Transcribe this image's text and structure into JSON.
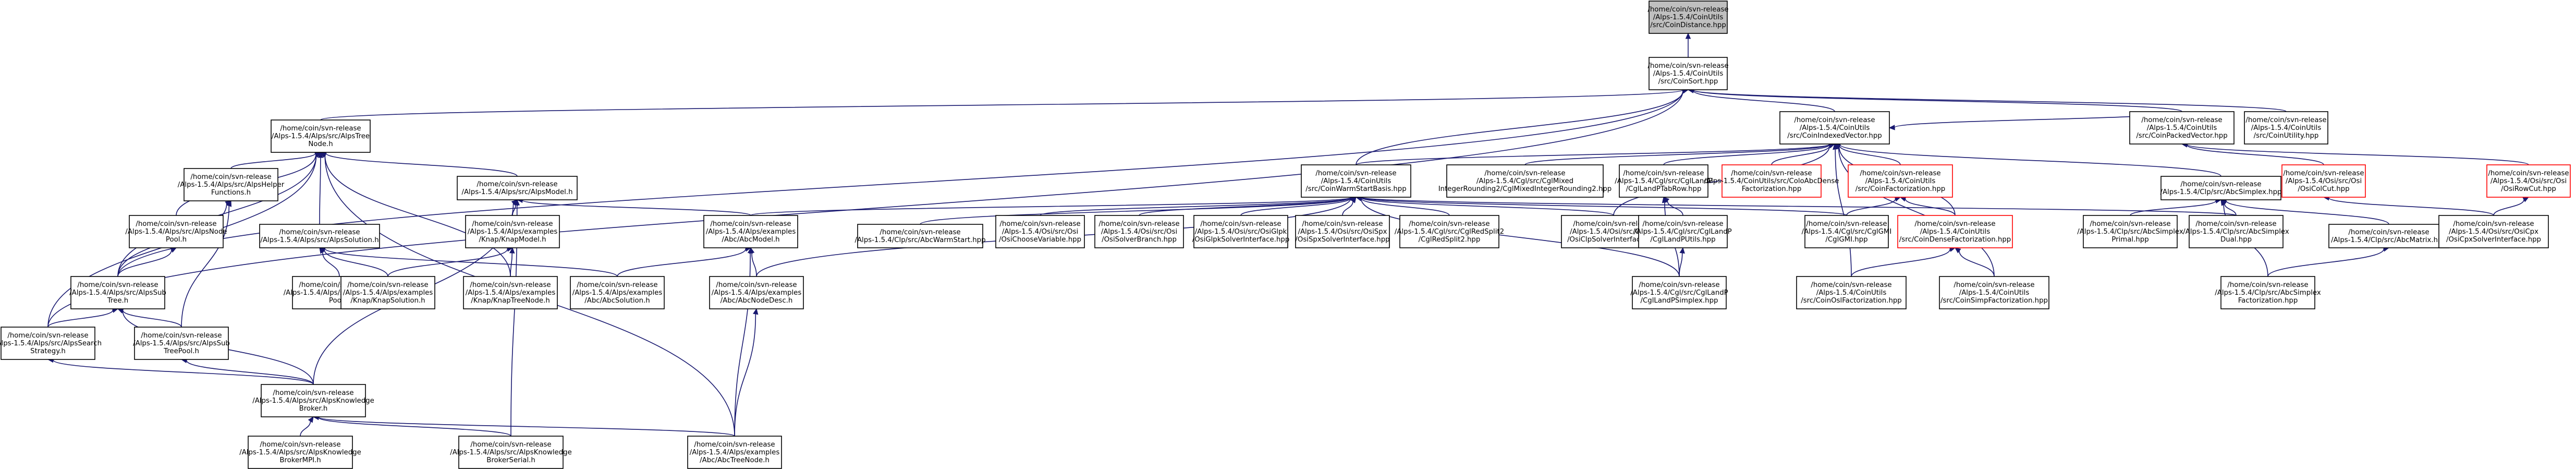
{
  "colors": {
    "edge": "#191970",
    "border": "#000000",
    "highlight_border": "#ff0000",
    "root_fill": "#bfbfbf"
  },
  "nodes": [
    {
      "id": "n_root",
      "lines": [
        "/home/coin/svn-release",
        "/Alps-1.5.4/CoinUtils",
        "/src/CoinDistance.hpp"
      ]
    },
    {
      "id": "n_coinsort",
      "lines": [
        "/home/coin/svn-release",
        "/Alps-1.5.4/CoinUtils",
        "/src/CoinSort.hpp"
      ]
    },
    {
      "id": "n_alpstreenode",
      "lines": [
        "/home/coin/svn-release",
        "/Alps-1.5.4/Alps/src/AlpsTree",
        "Node.h"
      ]
    },
    {
      "id": "n_indexedvector",
      "lines": [
        "/home/coin/svn-release",
        "/Alps-1.5.4/CoinUtils",
        "/src/CoinIndexedVector.hpp"
      ]
    },
    {
      "id": "n_packedvector",
      "lines": [
        "/home/coin/svn-release",
        "/Alps-1.5.4/CoinUtils",
        "/src/CoinPackedVector.hpp"
      ]
    },
    {
      "id": "n_coinutility",
      "lines": [
        "/home/coin/svn-release",
        "/Alps-1.5.4/CoinUtils",
        "/src/CoinUtility.hpp"
      ]
    },
    {
      "id": "n_alpshelper",
      "lines": [
        "/home/coin/svn-release",
        "/Alps-1.5.4/Alps/src/AlpsHelper",
        "Functions.h"
      ]
    },
    {
      "id": "n_alpsmodel",
      "lines": [
        "/home/coin/svn-release",
        "/Alps-1.5.4/Alps/src/AlpsModel.h"
      ]
    },
    {
      "id": "n_warmstartbasis",
      "lines": [
        "/home/coin/svn-release",
        "/Alps-1.5.4/CoinUtils",
        "/src/CoinWarmStartBasis.hpp"
      ]
    },
    {
      "id": "n_cgmixed",
      "lines": [
        "/home/coin/svn-release",
        "/Alps-1.5.4/Cgl/src/CglMixed",
        "IntegerRounding2/CglMixedIntegerRounding2.hpp"
      ]
    },
    {
      "id": "n_cglandptab",
      "lines": [
        "/home/coin/svn-release",
        "/Alps-1.5.4/Cgl/src/CglLandP",
        "/CglLandPTabRow.hpp"
      ]
    },
    {
      "id": "n_coloabcdense",
      "lines": [
        "/home/coin/svn-release",
        "/Alps-1.5.4/CoinUtils/src/ColoAbcDense",
        "Factorization.hpp"
      ]
    },
    {
      "id": "n_coinfactorization",
      "lines": [
        "/home/coin/svn-release",
        "/Alps-1.5.4/CoinUtils",
        "/src/CoinFactorization.hpp"
      ]
    },
    {
      "id": "n_clpsimplex",
      "lines": [
        "/home/coin/svn-release",
        "/Alps-1.5.4/Clp/src/AbcSimplex.hpp"
      ]
    },
    {
      "id": "n_osicolcut",
      "lines": [
        "/home/coin/svn-release",
        "/Alps-1.5.4/Osi/src/Osi",
        "/OsiColCut.hpp"
      ]
    },
    {
      "id": "n_osirowcut",
      "lines": [
        "/home/coin/svn-release",
        "/Alps-1.5.4/Osi/src/Osi",
        "/OsiRowCut.hpp"
      ]
    },
    {
      "id": "n_alpsnodepool",
      "lines": [
        "/home/coin/svn-release",
        "/Alps-1.5.4/Alps/src/AlpsNode",
        "Pool.h"
      ]
    },
    {
      "id": "n_alpssolution",
      "lines": [
        "/home/coin/svn-release",
        "/Alps-1.5.4/Alps/src/AlpsSolution.h"
      ]
    },
    {
      "id": "n_knapmodel",
      "lines": [
        "/home/coin/svn-release",
        "/Alps-1.5.4/Alps/examples",
        "/Knap/KnapModel.h"
      ]
    },
    {
      "id": "n_abcmodel",
      "lines": [
        "/home/coin/svn-release",
        "/Alps-1.5.4/Alps/examples",
        "/Abc/AbcModel.h"
      ]
    },
    {
      "id": "n_abcwarmstart",
      "lines": [
        "/home/coin/svn-release",
        "/Alps-1.5.4/Clp/src/AbcWarmStart.hpp"
      ]
    },
    {
      "id": "n_osichoosevar",
      "lines": [
        "/home/coin/svn-release",
        "/Alps-1.5.4/Osi/src/Osi",
        "/OsiChooseVariable.hpp"
      ]
    },
    {
      "id": "n_osisolverbranch",
      "lines": [
        "/home/coin/svn-release",
        "/Alps-1.5.4/Osi/src/Osi",
        "/OsiSolverBranch.hpp"
      ]
    },
    {
      "id": "n_osiglpk",
      "lines": [
        "/home/coin/svn-release",
        "/Alps-1.5.4/Osi/src/OsiGlpk",
        "/OsiGlpkSolverInterface.hpp"
      ]
    },
    {
      "id": "n_osispx",
      "lines": [
        "/home/coin/svn-release",
        "/Alps-1.5.4/Osi/src/OsiSpx",
        "/OsiSpxSolverInterface.hpp"
      ]
    },
    {
      "id": "n_cglredsplit",
      "lines": [
        "/home/coin/svn-release",
        "/Alps-1.5.4/Cgl/src/CglRedSplit2",
        "/CglRedSplit2.hpp"
      ]
    },
    {
      "id": "n_osiclp",
      "lines": [
        "/home/coin/svn-release",
        "/Alps-1.5.4/Osi/src/OsiClp",
        "/OsiClpSolverInterface.hpp"
      ]
    },
    {
      "id": "n_cglandputils",
      "lines": [
        "/home/coin/svn-release",
        "/Alps-1.5.4/Cgl/src/CglLandP",
        "/CglLandPUtils.hpp"
      ]
    },
    {
      "id": "n_cglgmi",
      "lines": [
        "/home/coin/svn-release",
        "/Alps-1.5.4/Cgl/src/CglGMI",
        "/CglGMI.hpp"
      ]
    },
    {
      "id": "n_coindensefact",
      "lines": [
        "/home/coin/svn-release",
        "/Alps-1.5.4/CoinUtils",
        "/src/CoinDenseFactorization.hpp"
      ]
    },
    {
      "id": "n_abcsimplexprimal",
      "lines": [
        "/home/coin/svn-release",
        "/Alps-1.5.4/Clp/src/AbcSimplex",
        "Primal.hpp"
      ]
    },
    {
      "id": "n_abcsimplexdual",
      "lines": [
        "/home/coin/svn-release",
        "/Alps-1.5.4/Clp/src/AbcSimplex",
        "Dual.hpp"
      ]
    },
    {
      "id": "n_abcmatrix",
      "lines": [
        "/home/coin/svn-release",
        "/Alps-1.5.4/Clp/src/AbcMatrix.hpp"
      ]
    },
    {
      "id": "n_osicpx",
      "lines": [
        "/home/coin/svn-release",
        "/Alps-1.5.4/Osi/src/OsiCpx",
        "/OsiCpxSolverInterface.hpp"
      ]
    },
    {
      "id": "n_alpssubtree",
      "lines": [
        "/home/coin/svn-release",
        "/Alps-1.5.4/Alps/src/AlpsSub",
        "Tree.h"
      ]
    },
    {
      "id": "n_alpssolutionpool",
      "lines": [
        "/home/coin/svn-release",
        "/Alps-1.5.4/Alps/src/AlpsSolution",
        "Pool.h"
      ]
    },
    {
      "id": "n_knapsolution",
      "lines": [
        "/home/coin/svn-release",
        "/Alps-1.5.4/Alps/examples",
        "/Knap/KnapSolution.h"
      ]
    },
    {
      "id": "n_knaptreenode",
      "lines": [
        "/home/coin/svn-release",
        "/Alps-1.5.4/Alps/examples",
        "/Knap/KnapTreeNode.h"
      ]
    },
    {
      "id": "n_abcsolution",
      "lines": [
        "/home/coin/svn-release",
        "/Alps-1.5.4/Alps/examples",
        "/Abc/AbcSolution.h"
      ]
    },
    {
      "id": "n_abcnodedesc",
      "lines": [
        "/home/coin/svn-release",
        "/Alps-1.5.4/Alps/examples",
        "/Abc/AbcNodeDesc.h"
      ]
    },
    {
      "id": "n_cglandpsimplex",
      "lines": [
        "/home/coin/svn-release",
        "/Alps-1.5.4/Cgl/src/CglLandP",
        "/CglLandPSimplex.hpp"
      ]
    },
    {
      "id": "n_coinoslfact",
      "lines": [
        "/home/coin/svn-release",
        "/Alps-1.5.4/CoinUtils",
        "/src/CoinOslFactorization.hpp"
      ]
    },
    {
      "id": "n_coinsimpfact",
      "lines": [
        "/home/coin/svn-release",
        "/Alps-1.5.4/CoinUtils",
        "/src/CoinSimpFactorization.hpp"
      ]
    },
    {
      "id": "n_abcsimplexfact",
      "lines": [
        "/home/coin/svn-release",
        "/Alps-1.5.4/Clp/src/AbcSimplex",
        "Factorization.hpp"
      ]
    },
    {
      "id": "n_alpssearch",
      "lines": [
        "/home/coin/svn-release",
        "/Alps-1.5.4/Alps/src/AlpsSearch",
        "Strategy.h"
      ]
    },
    {
      "id": "n_alpssubtreepool",
      "lines": [
        "/home/coin/svn-release",
        "/Alps-1.5.4/Alps/src/AlpsSub",
        "TreePool.h"
      ]
    },
    {
      "id": "n_alpsknowledgebroker",
      "lines": [
        "/home/coin/svn-release",
        "/Alps-1.5.4/Alps/src/AlpsKnowledge",
        "Broker.h"
      ]
    },
    {
      "id": "n_alpsbrokermpi",
      "lines": [
        "/home/coin/svn-release",
        "/Alps-1.5.4/Alps/src/AlpsKnowledge",
        "BrokerMPI.h"
      ]
    },
    {
      "id": "n_alpsbrokerserial",
      "lines": [
        "/home/coin/svn-release",
        "/Alps-1.5.4/Alps/src/AlpsKnowledge",
        "BrokerSerial.h"
      ]
    },
    {
      "id": "n_abctreenode",
      "lines": [
        "/home/coin/svn-release",
        "/Alps-1.5.4/Alps/examples",
        "/Abc/AbcTreeNode.h"
      ]
    }
  ]
}
